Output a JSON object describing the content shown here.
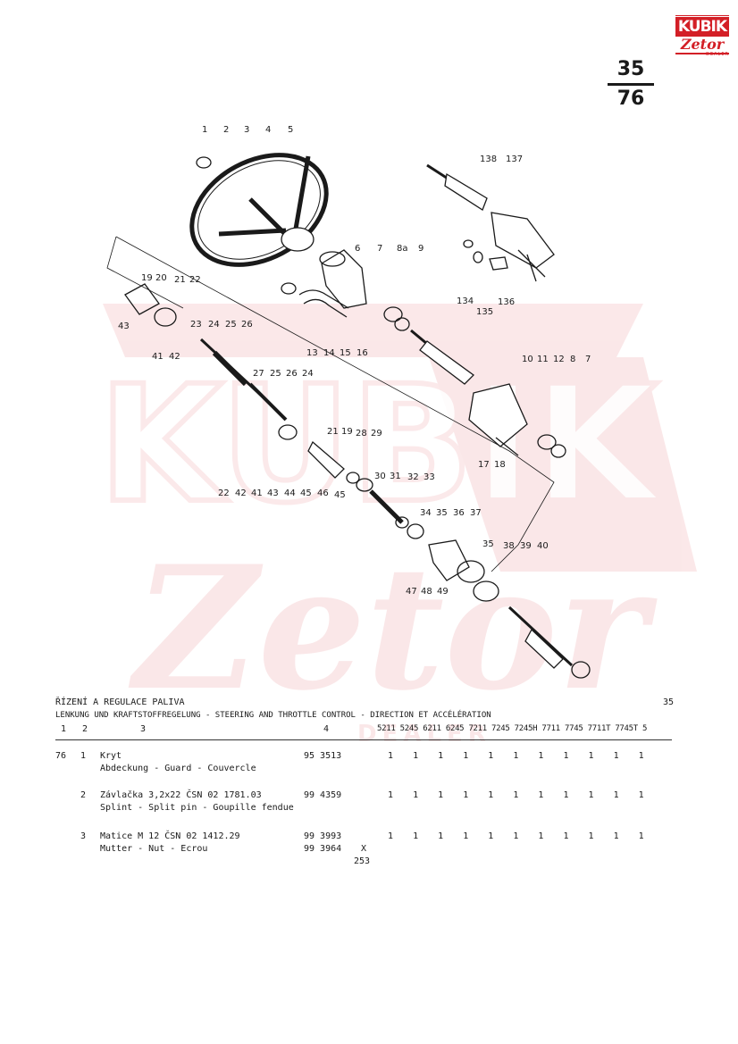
{
  "brand": {
    "top": "KUBIK",
    "bottom": "Zetor",
    "sub": "DEALER"
  },
  "page_number": {
    "top": "35",
    "bottom": "76"
  },
  "watermark": {
    "letters": "KUBIK",
    "brand": "Zetor",
    "sub": "DEALER"
  },
  "callouts": [
    "1",
    "2",
    "3",
    "4",
    "5",
    "138",
    "137",
    "6",
    "7",
    "8a",
    "9",
    "134",
    "135",
    "136",
    "19",
    "20",
    "21",
    "22",
    "43",
    "23",
    "24",
    "25",
    "26",
    "13",
    "14",
    "15",
    "16",
    "41",
    "42",
    "10",
    "11",
    "12",
    "8",
    "7",
    "27",
    "25",
    "26",
    "24",
    "17",
    "18",
    "21",
    "19",
    "28",
    "29",
    "22",
    "42",
    "41",
    "43",
    "44",
    "45",
    "46",
    "45",
    "30",
    "31",
    "32",
    "33",
    "34",
    "35",
    "36",
    "37",
    "35",
    "38",
    "39",
    "40",
    "47",
    "48",
    "49"
  ],
  "title_line_1": "ŘÍZENÍ A REGULACE PALIVA",
  "title_line_2": "LENKUNG UND KRAFTSTOFFREGELUNG - STEERING AND THROTTLE CONTROL - DIRECTION ET ACCÉLÉRATION",
  "page_ref": "35",
  "col_headers": {
    "c1": "1",
    "c2": "2",
    "c3": "3",
    "c4": "4",
    "c5": "5",
    "models": [
      "5211",
      "5245",
      "6211",
      "6245",
      "7211",
      "7245",
      "7245H",
      "7711",
      "7745",
      "7711T",
      "7745T"
    ]
  },
  "rows": [
    {
      "fig": "76",
      "pos": "1",
      "name_cz": "Kryt",
      "name_multi": "Abdeckung - Guard - Couvercle",
      "part_no": "95 3513",
      "qty": [
        "1",
        "1",
        "1",
        "1",
        "1",
        "1",
        "1",
        "1",
        "1",
        "1",
        "1"
      ]
    },
    {
      "fig": "",
      "pos": "2",
      "name_cz": "Závlačka 3,2x22 ČSN 02 1781.03",
      "name_multi": "Splint - Split pin - Goupille fendue",
      "part_no": "99 4359",
      "qty": [
        "1",
        "1",
        "1",
        "1",
        "1",
        "1",
        "1",
        "1",
        "1",
        "1",
        "1"
      ]
    },
    {
      "fig": "",
      "pos": "3",
      "name_cz": "Matice M 12 ČSN 02 1412.29",
      "name_multi": "Mutter - Nut - Ecrou",
      "part_no": "99 3993",
      "part_no_alt": "99 3964",
      "alt_mark": "X",
      "alt_note": "253",
      "qty": [
        "1",
        "1",
        "1",
        "1",
        "1",
        "1",
        "1",
        "1",
        "1",
        "1",
        "1"
      ]
    }
  ]
}
